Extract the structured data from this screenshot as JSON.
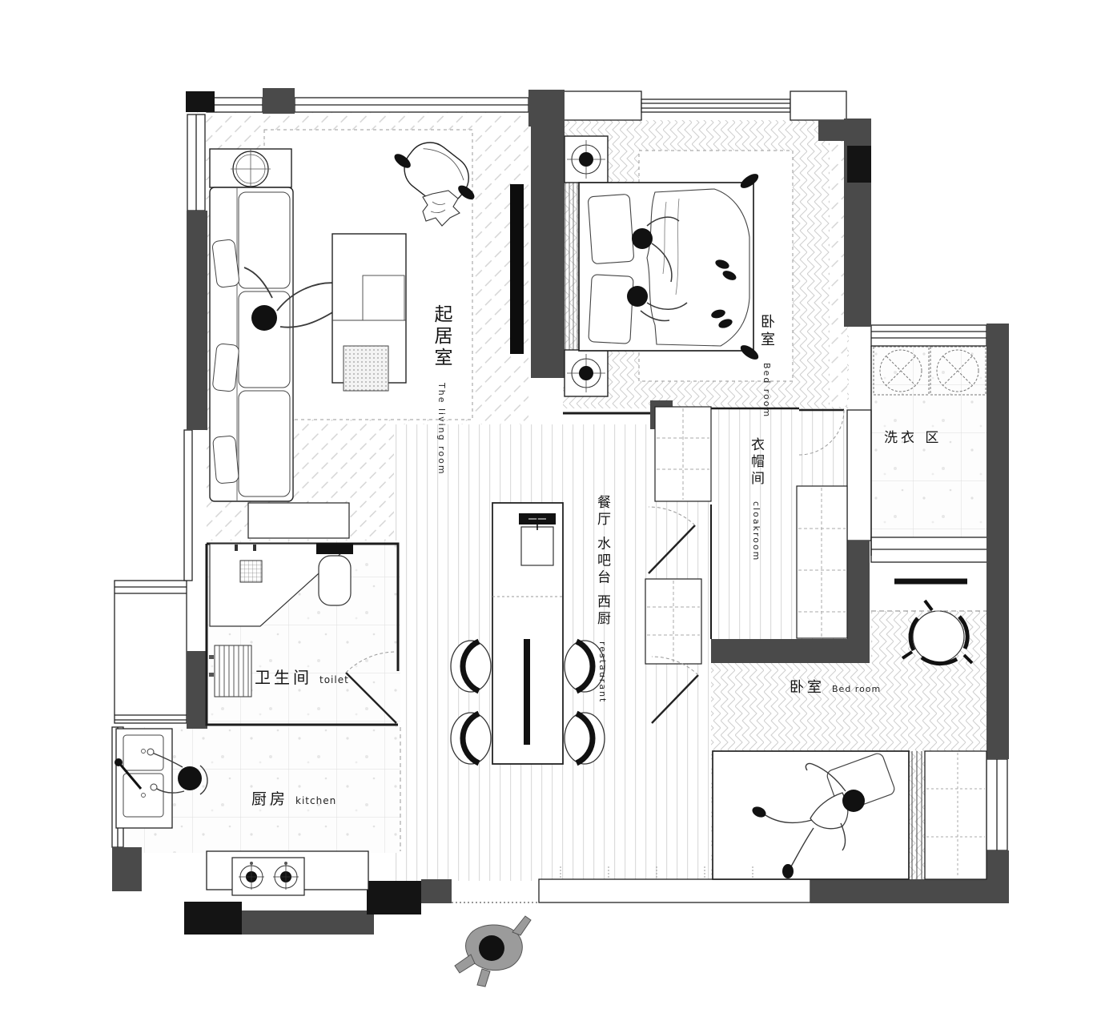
{
  "plan": {
    "title": "apartment-floor-plan",
    "rooms": {
      "living": {
        "zh": "起居室",
        "en": "The living room"
      },
      "bedroom_master": {
        "zh": "卧室",
        "en": "Bed room"
      },
      "cloakroom": {
        "zh": "衣帽间",
        "en": "cloakroom"
      },
      "laundry": {
        "zh": "洗衣 区",
        "en": ""
      },
      "dining": {
        "zh": "餐厅 水吧台 西厨",
        "en": "restaurant"
      },
      "toilet": {
        "zh": "卫生间",
        "en": "toilet"
      },
      "kitchen": {
        "zh": "厨房",
        "en": "kitchen"
      },
      "bedroom_second": {
        "zh": "卧室",
        "en": "Bed room"
      }
    },
    "colors": {
      "background": "#ffffff",
      "wall_dark": "#4a4a4a",
      "wall_black": "#141414",
      "line": "#222222",
      "floor_pattern": "#cccccc",
      "person_gray": "#9b9b9b"
    },
    "furniture_icons": [
      "sofa-icon",
      "side-table-icon",
      "lounge-chair-icon",
      "blanket-icon",
      "coffee-table-icon",
      "tv-icon",
      "double-bed-icon",
      "nightstand-lamp-icon",
      "curtain-icon",
      "dining-island-icon",
      "island-sink-icon",
      "dining-chair-icon",
      "wardrobe-cabinet-icon",
      "washing-machine-icon",
      "desk-icon",
      "desk-chair-icon",
      "single-bed-icon",
      "shower-drain-icon",
      "toilet-bowl-icon",
      "radiator-icon",
      "kitchen-sink-icon",
      "stove-icon",
      "shoe-cabinet-icon"
    ],
    "people_icons": [
      "person-on-sofa-icon",
      "couple-in-bed-icon",
      "person-at-sink-icon",
      "person-on-bed-icon",
      "person-at-entrance-icon"
    ]
  }
}
